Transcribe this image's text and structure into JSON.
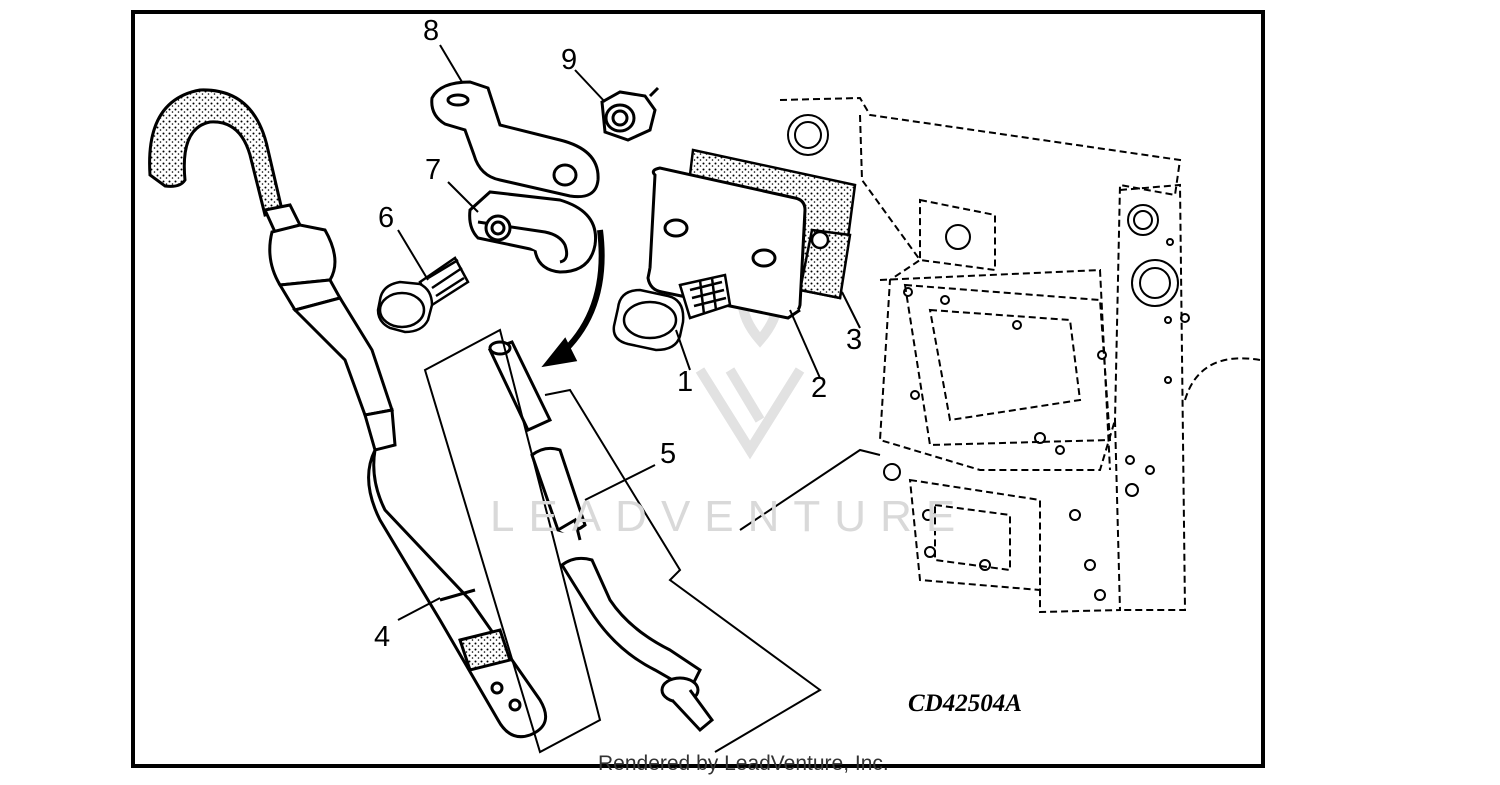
{
  "diagram": {
    "figure_code": "CD42504A",
    "watermark": "LEADVENTURE",
    "credit": "Rendered by LeadVenture, Inc.",
    "callouts": {
      "c1": "1",
      "c2": "2",
      "c3": "3",
      "c4": "4",
      "c5": "5",
      "c6": "6",
      "c7": "7",
      "c8": "8",
      "c9": "9"
    }
  }
}
